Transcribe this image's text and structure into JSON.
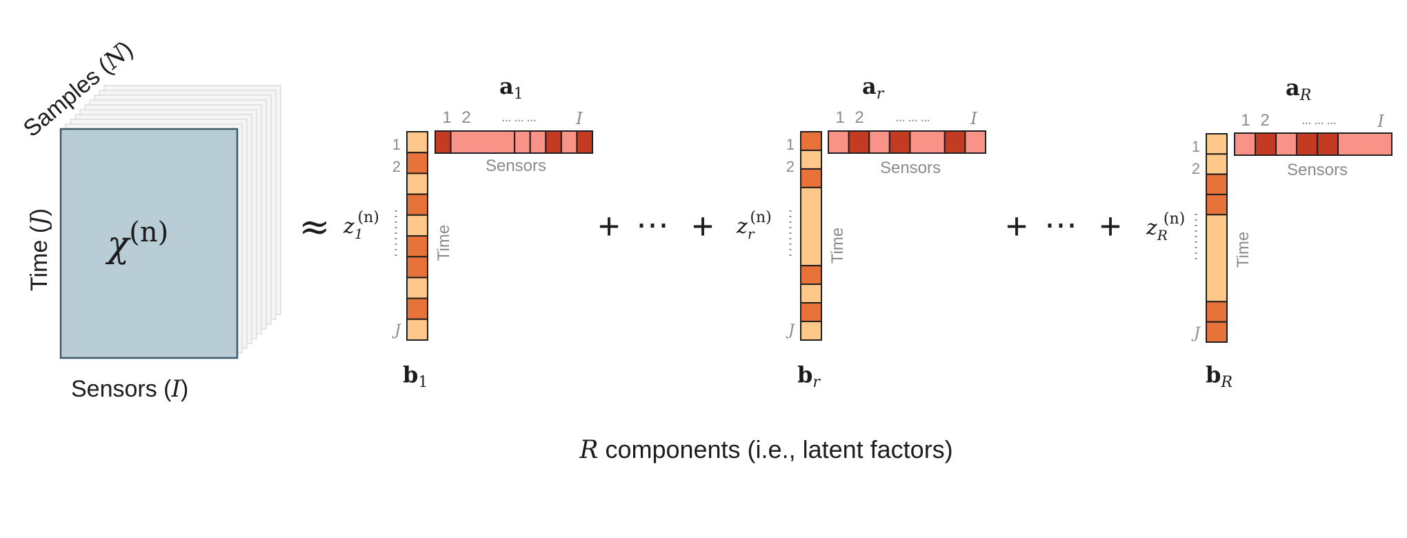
{
  "tensor": {
    "symbol": "χ",
    "superscript": "(n)",
    "samples_prefix": "Samples (",
    "samples_var": "N",
    "samples_suffix": ")",
    "time_prefix": "Time (",
    "time_var": "J",
    "time_suffix": ")",
    "sensors_prefix": "Sensors (",
    "sensors_var": "I",
    "sensors_suffix": ")"
  },
  "approx_symbol": "≈",
  "plus_symbol": "+",
  "ellipsis": "⋯",
  "components": [
    {
      "a_base": "a",
      "a_sub": "1",
      "b_base": "b",
      "b_sub": "1",
      "z_base": "z",
      "z_sub": "1",
      "z_sup": "(n)",
      "col_top_labels": [
        "1",
        "2"
      ],
      "col_bottom_label": "J",
      "row_labels": [
        "1",
        "2"
      ],
      "row_dots": "... ... ...",
      "row_last_label": "I",
      "time_label": "Time",
      "sensors_label": "Sensors",
      "b_cells": [
        "light",
        "dark",
        "light",
        "dark",
        "light",
        "dark",
        "dark",
        "light",
        "dark",
        "light"
      ],
      "a_cells": [
        "dark",
        "medium",
        "medium",
        "medium",
        "dark",
        "medium",
        "dark"
      ]
    },
    {
      "a_base": "a",
      "a_sub": "r",
      "b_base": "b",
      "b_sub": "r",
      "z_base": "z",
      "z_sub": "r",
      "z_sup": "(n)",
      "col_top_labels": [
        "1",
        "2"
      ],
      "col_bottom_label": "J",
      "row_labels": [
        "1",
        "2"
      ],
      "row_dots": "... ... ...",
      "row_last_label": "I",
      "time_label": "Time",
      "sensors_label": "Sensors",
      "b_cells": [
        "dark",
        "light",
        "dark",
        "light",
        "light",
        "light",
        "dark",
        "light",
        "dark",
        "light"
      ],
      "a_cells": [
        "medium",
        "dark",
        "medium",
        "dark",
        "medium",
        "dark",
        "medium"
      ]
    },
    {
      "a_base": "a",
      "a_sub": "R",
      "b_base": "b",
      "b_sub": "R",
      "z_base": "z",
      "z_sub": "R",
      "z_sup": "(n)",
      "col_top_labels": [
        "1",
        "2"
      ],
      "col_bottom_label": "J",
      "row_labels": [
        "1",
        "2"
      ],
      "row_dots": "... ... ...",
      "row_last_label": "I",
      "time_label": "Time",
      "sensors_label": "Sensors",
      "b_cells": [
        "light",
        "light",
        "dark",
        "dark",
        "light",
        "light",
        "light",
        "light",
        "dark",
        "dark"
      ],
      "a_cells": [
        "medium",
        "dark",
        "medium",
        "dark",
        "dark",
        "medium",
        "medium"
      ]
    }
  ],
  "caption_var": "R",
  "caption_text": " components (i.e., latent factors)",
  "colors": {
    "tensor_fill": "#b8cdd5",
    "tensor_stroke": "#3d5866",
    "stack_fill": "#f5f5f5",
    "stack_stroke": "#d6d6d6",
    "b_light": "#fdc88a",
    "b_dark": "#e8733a",
    "a_medium": "#fa9387",
    "a_dark": "#c23b22",
    "cell_stroke": "#1e1e1e",
    "index_gray": "#8a8a8a",
    "text": "#1c1c1c"
  }
}
